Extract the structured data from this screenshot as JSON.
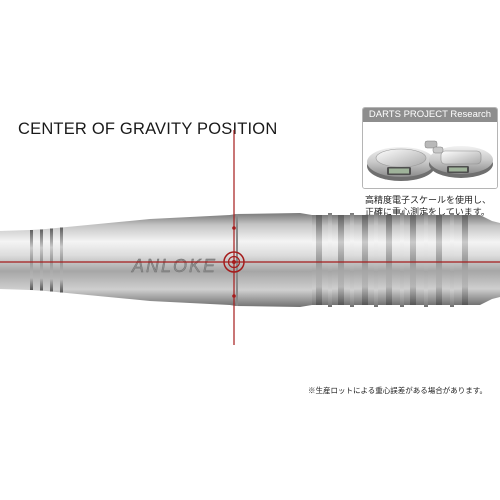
{
  "title": "CENTER OF GRAVITY POSITION",
  "research": {
    "header": "DARTS PROJECT Research",
    "note_line1": "高精度電子スケールを使用し、",
    "note_line2": "正確に重心測定をしています。"
  },
  "brand": "ANLOKE",
  "footnote": "※生産ロットによる重心誤差がある場合があります。",
  "colors": {
    "marker_red": "#a51c1c",
    "header_gray": "#8e8e8e"
  }
}
